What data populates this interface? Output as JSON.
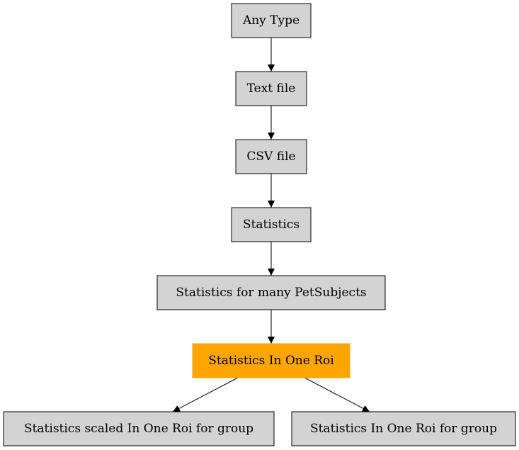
{
  "diagram": {
    "colors": {
      "node_fill": "#d3d3d3",
      "highlight_fill": "#ffa500",
      "stroke": "#000000",
      "edge": "#000000"
    },
    "nodes": {
      "any_type": {
        "label": "Any Type"
      },
      "text_file": {
        "label": "Text file"
      },
      "csv_file": {
        "label": "CSV file"
      },
      "statistics": {
        "label": "Statistics"
      },
      "stats_many_pet": {
        "label": "Statistics for many PetSubjects"
      },
      "stats_one_roi": {
        "label": "Statistics In One Roi",
        "highlighted": true
      },
      "stats_scaled_group": {
        "label": "Statistics scaled In One Roi for group"
      },
      "stats_group": {
        "label": "Statistics In One Roi for group"
      }
    },
    "edges": [
      {
        "from": "any_type",
        "to": "text_file"
      },
      {
        "from": "text_file",
        "to": "csv_file"
      },
      {
        "from": "csv_file",
        "to": "statistics"
      },
      {
        "from": "statistics",
        "to": "stats_many_pet"
      },
      {
        "from": "stats_many_pet",
        "to": "stats_one_roi"
      },
      {
        "from": "stats_one_roi",
        "to": "stats_scaled_group"
      },
      {
        "from": "stats_one_roi",
        "to": "stats_group"
      }
    ]
  }
}
